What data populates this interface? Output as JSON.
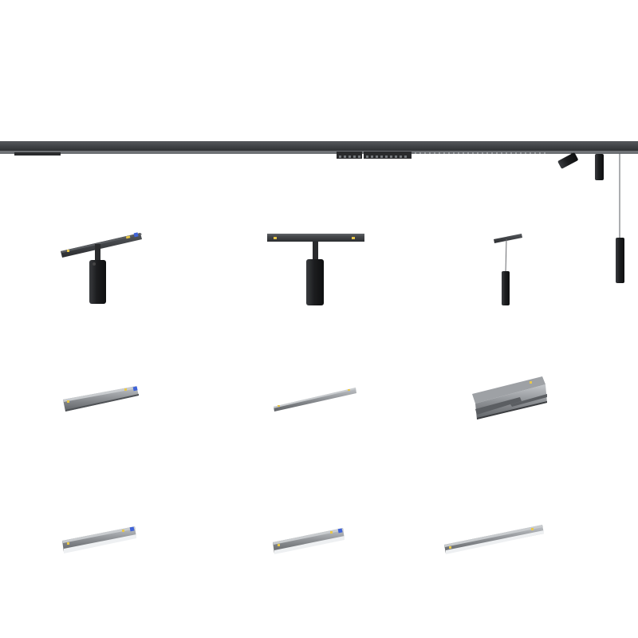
{
  "scene": {
    "colors": {
      "background": "#ffffff",
      "track": "#3b3d40",
      "track_dark": "#1f2022",
      "fixture_black": "#1c1d1f",
      "fixture_grey": "#8d9094",
      "fixture_grey_light": "#b6b9bd",
      "diffuser": "#e9ecef",
      "accent_blue": "#3f63d8",
      "accent_yellow": "#e9c84a"
    },
    "products": [
      {
        "row": 1,
        "col": 1,
        "name": "spot-on-short-rail",
        "finish": "black",
        "icon": "track-spotlight-icon"
      },
      {
        "row": 1,
        "col": 2,
        "name": "spot-on-t-bar",
        "finish": "black",
        "icon": "track-spotlight-icon"
      },
      {
        "row": 1,
        "col": 3,
        "name": "pendant-tube",
        "finish": "black",
        "icon": "pendant-light-icon"
      },
      {
        "row": 2,
        "col": 1,
        "name": "grille-linear-short",
        "finish": "grey",
        "icon": "grille-light-icon"
      },
      {
        "row": 2,
        "col": 2,
        "name": "slim-linear",
        "finish": "grey",
        "icon": "linear-light-icon"
      },
      {
        "row": 2,
        "col": 3,
        "name": "wall-washer",
        "finish": "grey",
        "icon": "wall-washer-icon"
      },
      {
        "row": 3,
        "col": 1,
        "name": "diffused-linear-short",
        "finish": "grey",
        "icon": "linear-light-icon"
      },
      {
        "row": 3,
        "col": 2,
        "name": "diffused-linear-medium",
        "finish": "grey",
        "icon": "linear-light-icon"
      },
      {
        "row": 3,
        "col": 3,
        "name": "diffused-linear-long",
        "finish": "grey",
        "icon": "linear-light-icon"
      }
    ]
  }
}
